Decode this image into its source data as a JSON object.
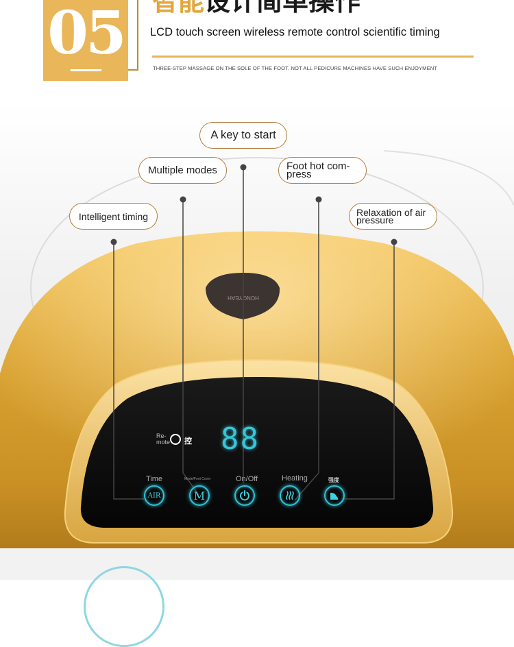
{
  "header": {
    "number": "05",
    "title_cn_highlight": "智能",
    "title_cn_rest": "设计简单操作",
    "title_en": "LCD touch screen wireless remote control scientific timing",
    "subtitle": "THREE-STEP MASSAGE ON THE SOLE OF THE FOOT. NOT ALL PEDICURE MACHINES HAVE SUCH ENJOYMENT"
  },
  "callouts": {
    "start": "A key to start",
    "modes": "Multiple modes",
    "foot_hot_line1": "Foot hot com-",
    "foot_hot_line2": "press",
    "timing": "Intelligent timing",
    "air_line1": "Relaxation of air",
    "air_line2": "pressure"
  },
  "panel": {
    "remote_line1": "Re-",
    "remote_line2": "mote",
    "remote_cn": "控",
    "display": "88",
    "labels": {
      "time": "Time",
      "mode": "Mode/Foot Cover",
      "onoff": "On/Off",
      "heating": "Heating",
      "strength": "强度"
    },
    "buttons": {
      "air": "AIR",
      "mode": "M"
    }
  },
  "brand": "HONGYEAH",
  "colors": {
    "accent_gold": "#e9b659",
    "device_gold": "#d9a432",
    "led_cyan": "#33c7d9",
    "callout_border": "#b27c3a"
  }
}
